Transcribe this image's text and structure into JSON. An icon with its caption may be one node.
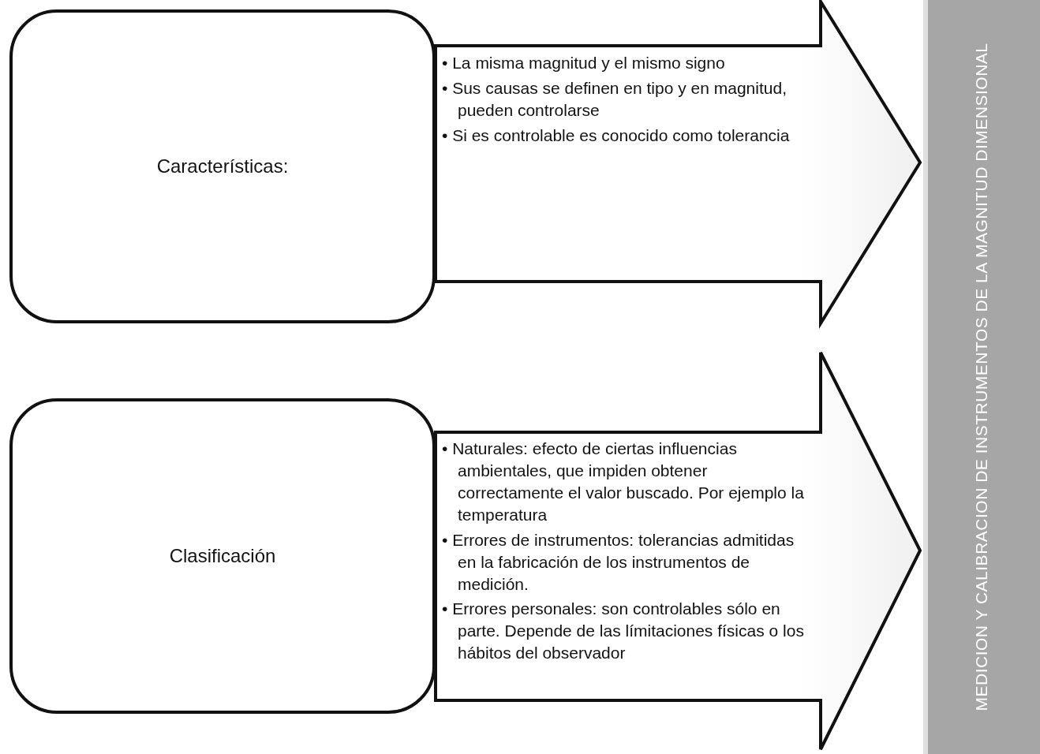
{
  "diagram": {
    "nodes": [
      {
        "text": [
          "Características:"
        ]
      },
      {
        "text": [
          "• La misma magnitud y el mismo signo",
          "• Sus causas se definen en tipo y en magnitud, pueden controlarse",
          "• Si es controlable es conocido como tolerancia"
        ]
      },
      {
        "text": [
          "Clasificación"
        ]
      },
      {
        "text": [
          "• Naturales: efecto de ciertas influencias ambientales, que impiden obtener correctamente el valor buscado. Por ejemplo la temperatura",
          "• Errores de instrumentos: tolerancias admitidas en la fabricación de los instrumentos de medición.",
          "• Errores personales: son controlables sólo en parte. Depende de las límitaciones físicas o los hábitos del observador"
        ]
      },
      {
        "text": [
          "MEDICION Y CALIBRACION DE INSTRUMENTOS DE LA MAGNITUD DIMENSIONAL"
        ]
      }
    ],
    "edges": []
  }
}
